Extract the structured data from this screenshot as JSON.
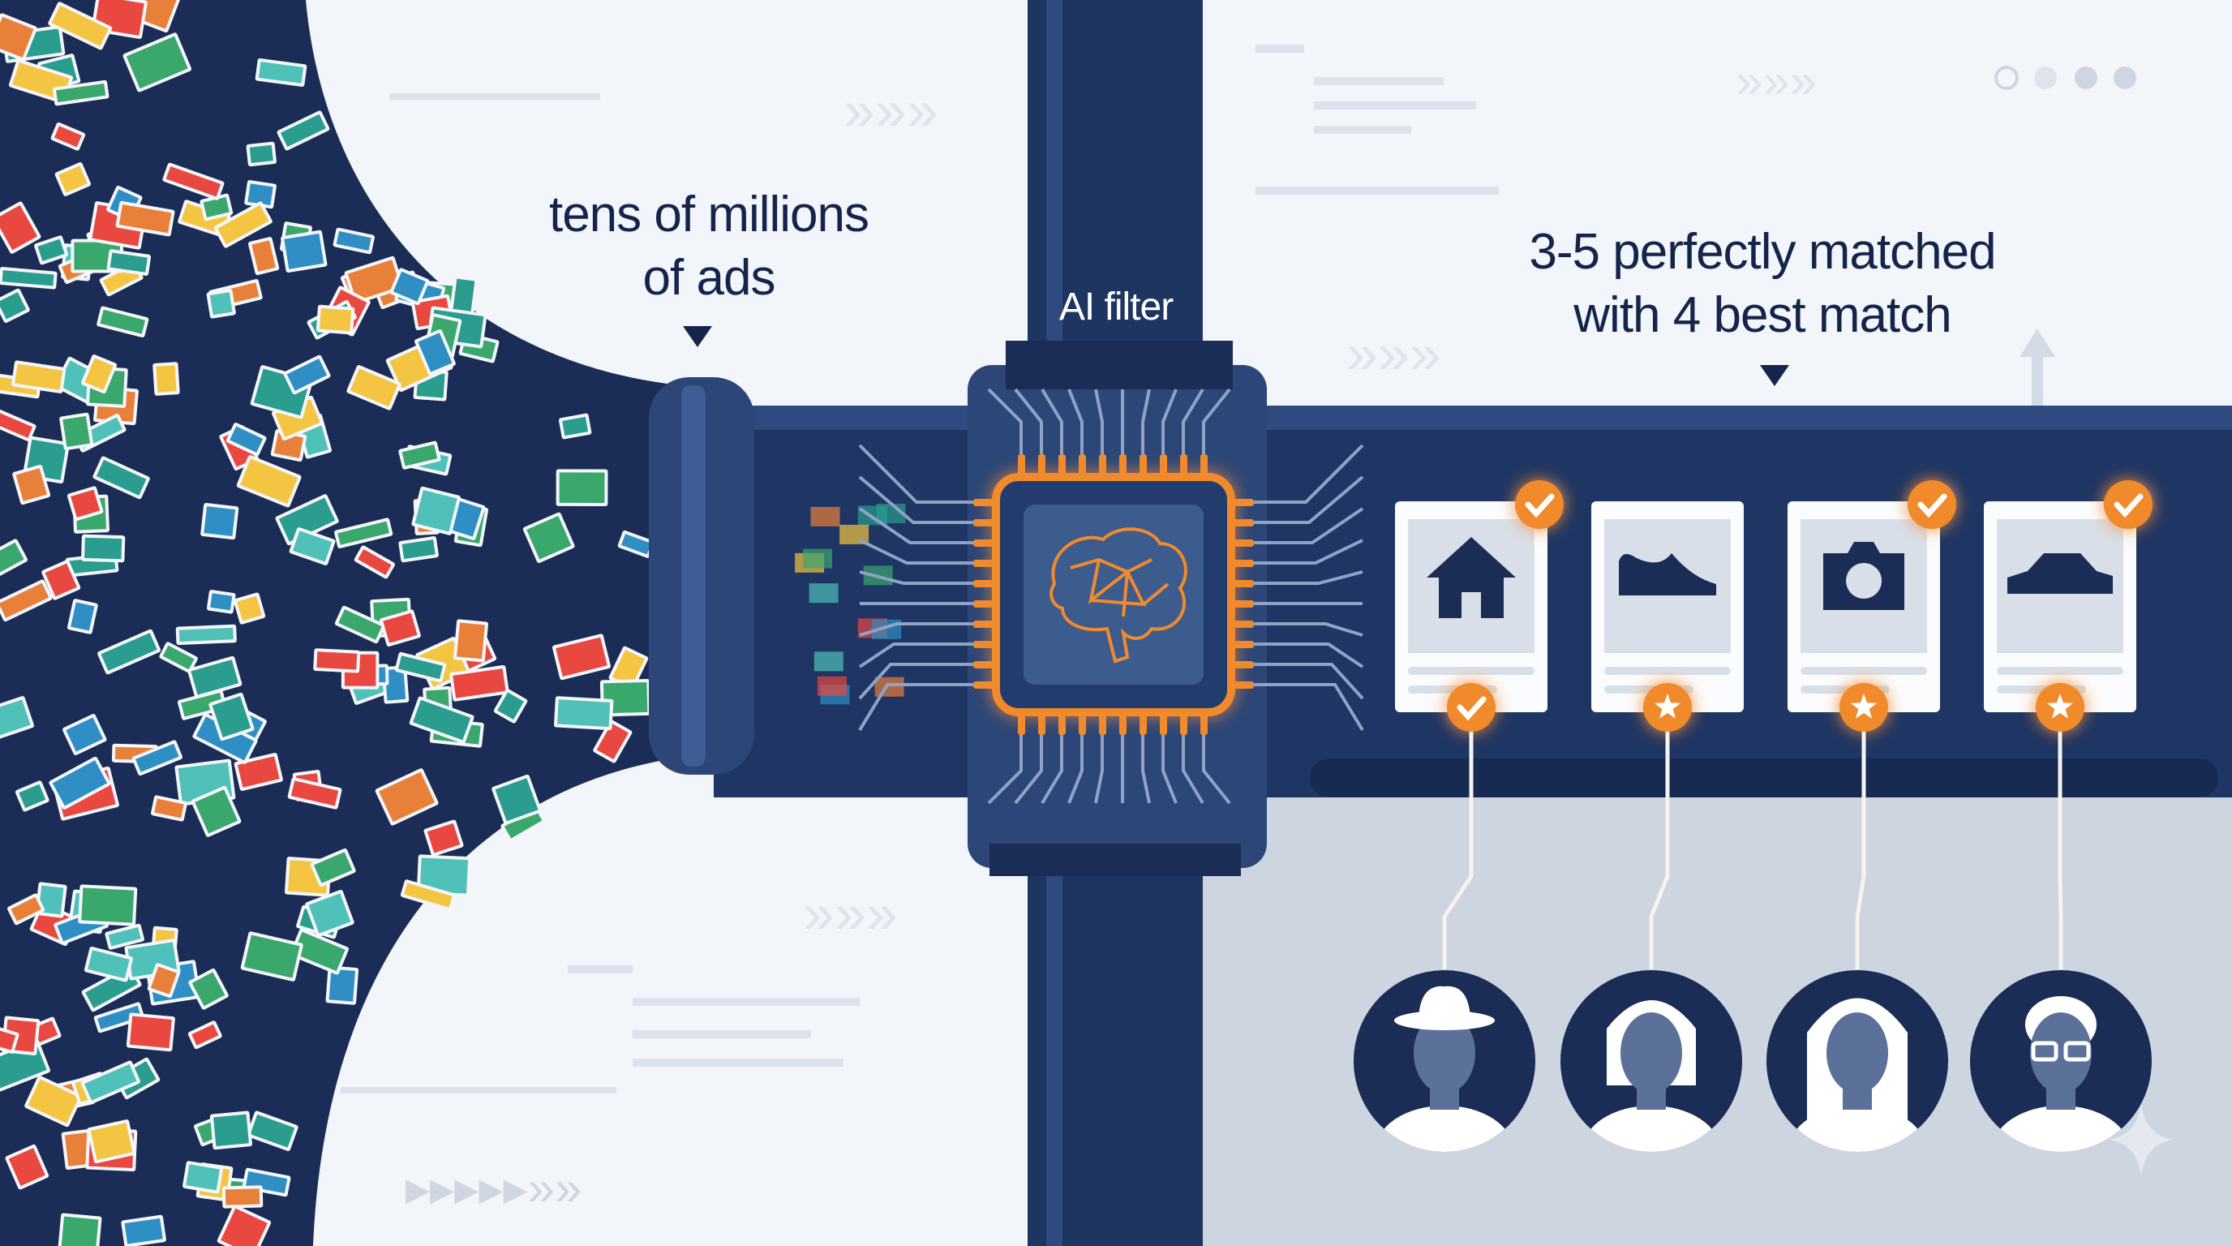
{
  "labels": {
    "input": [
      "tens of millions",
      "of ads"
    ],
    "filter": "AI filter",
    "output": [
      "3-5 perfectly matched",
      "with 4 best match"
    ]
  },
  "ad_cards": [
    {
      "icon": "house-icon",
      "badge_top": "check-icon",
      "badge_bottom": "check-icon"
    },
    {
      "icon": "shoe-icon",
      "badge_top": "none",
      "badge_bottom": "star-icon"
    },
    {
      "icon": "camera-icon",
      "badge_top": "check-icon",
      "badge_bottom": "star-icon"
    },
    {
      "icon": "car-icon",
      "badge_top": "check-icon",
      "badge_bottom": "star-icon"
    }
  ],
  "users": [
    {
      "avatar": "man-with-hat-avatar"
    },
    {
      "avatar": "woman-short-hair-avatar"
    },
    {
      "avatar": "woman-long-hair-avatar"
    },
    {
      "avatar": "man-with-glasses-avatar"
    }
  ],
  "colors": {
    "navy": "#1b2d56",
    "pipe": "#2c4677",
    "accent": "#f08a2c",
    "background": "#f2f5f9",
    "panel": "#cdd5e0",
    "ad_palette": [
      "#e8483f",
      "#2a9d8f",
      "#f4c542",
      "#3aa76d",
      "#2f8fc4",
      "#e9803a",
      "#4fc1b8"
    ]
  }
}
